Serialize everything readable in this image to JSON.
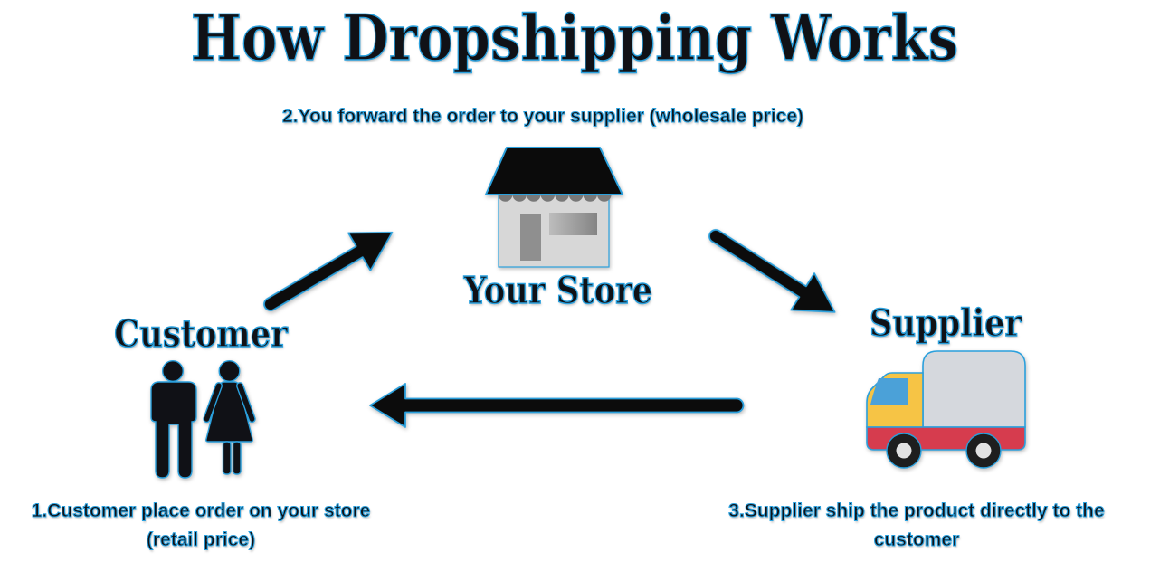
{
  "title": "How Dropshipping Works",
  "colors": {
    "accent": "#2aa0dd",
    "ink": "#101116",
    "awning": "#0b0b0b",
    "store-body": "#d7d7d7",
    "store-door": "#8f8f8f",
    "store-window-light": "#bdbdbd",
    "store-window-dark": "#848484",
    "scallop": "#787878",
    "truck-cab": "#f6c445",
    "truck-window": "#4ba1d8",
    "truck-cargo": "#d5d8dd",
    "truck-band": "#d63c4e",
    "wheel": "#1e1e1e",
    "wheel-hub": "#e2e2e2",
    "arrow": "#0c0c0c"
  },
  "steps": {
    "forward": "2.You forward the order to your supplier (wholesale price)",
    "place_line1": "1.Customer place order on your store",
    "place_line2": "(retail price)",
    "ship_line1": "3.Supplier ship the product directly to the",
    "ship_line2": "customer"
  },
  "nodes": {
    "store_label": "Your Store",
    "customer_label": "Customer",
    "supplier_label": "Supplier"
  }
}
